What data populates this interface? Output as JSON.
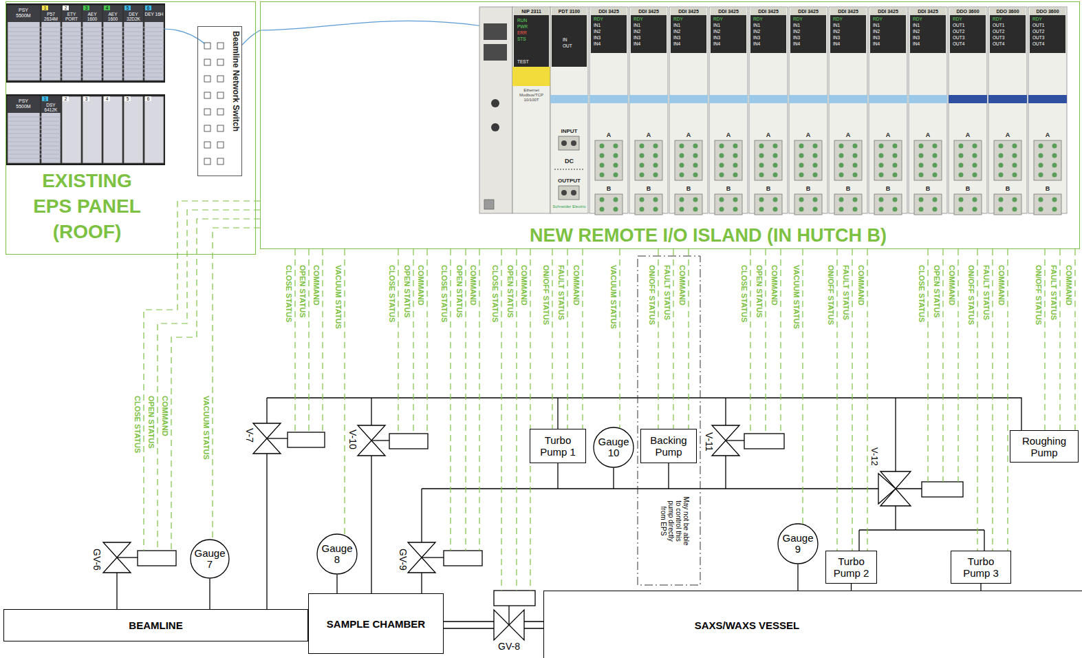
{
  "diagram": {
    "nodes": [
      {
        "text": [
          "EXISTING EPS PANEL (ROOF)"
        ]
      },
      {
        "text": [
          "Beamline Network Switch"
        ],
        "in": 0
      },
      {
        "text": [
          "NEW REMOTE I/O ISLAND (IN HUTCH B)"
        ]
      },
      {
        "text": [
          "Turbo Pump 1"
        ]
      },
      {
        "text": [
          "Gauge 10"
        ]
      },
      {
        "text": [
          "Backing Pump"
        ]
      },
      {
        "text": [
          "Roughing Pump"
        ]
      },
      {
        "text": [
          "Gauge 7"
        ]
      },
      {
        "text": [
          "Gauge 8"
        ]
      },
      {
        "text": [
          "Gauge 9"
        ]
      },
      {
        "text": [
          "Turbo Pump 2"
        ]
      },
      {
        "text": [
          "Turbo Pump 3"
        ]
      },
      {
        "text": [
          "BEAMLINE"
        ]
      },
      {
        "text": [
          "SAMPLE CHAMBER"
        ]
      },
      {
        "text": [
          "SAXS/WAXS VESSEL"
        ]
      }
    ],
    "edges": [
      {
        "from": 1,
        "to": 2,
        "arrow": "none"
      },
      {
        "from": 7,
        "to": 12,
        "arrow": "none"
      },
      {
        "from": 8,
        "to": 13,
        "arrow": "none"
      },
      {
        "from": 9,
        "to": 14,
        "arrow": "none"
      },
      {
        "from": 10,
        "to": 14,
        "arrow": "none"
      },
      {
        "from": 11,
        "to": 14,
        "arrow": "none"
      }
    ],
    "labels": [
      "PSY 5500M",
      "1",
      "P57 2634M",
      "2",
      "ETY PORT",
      "3",
      "AEY 1600",
      "4",
      "AEY 1600",
      "5",
      "DEY 32D2K",
      "6",
      "DEY 16H",
      "PSY 5500M",
      "1",
      "DSY 6412K",
      "2",
      "3",
      "4",
      "5",
      "6",
      "NIP 2311",
      "RUN",
      "PWR",
      "ERR",
      "STS",
      "TEST",
      "Ethernet Modbus/TCP 10/100T",
      "PDT 3100",
      "IN",
      "OUT",
      "INPUT",
      "DC",
      "OUTPUT",
      "Schneider Electric",
      "DDI 3425",
      "RDY",
      "IN1",
      "IN2",
      "IN3",
      "IN4",
      "A",
      "B",
      "DDI 3425",
      "RDY",
      "IN1",
      "IN2",
      "IN3",
      "IN4",
      "A",
      "B",
      "DDI 3425",
      "RDY",
      "IN1",
      "IN2",
      "IN3",
      "IN4",
      "A",
      "B",
      "DDI 3425",
      "RDY",
      "IN1",
      "IN2",
      "IN3",
      "IN4",
      "A",
      "B",
      "DDI 3425",
      "RDY",
      "IN1",
      "IN2",
      "IN3",
      "IN4",
      "A",
      "B",
      "DDI 3425",
      "RDY",
      "IN1",
      "IN2",
      "IN3",
      "IN4",
      "A",
      "B",
      "DDI 3425",
      "RDY",
      "IN1",
      "IN2",
      "IN3",
      "IN4",
      "A",
      "B",
      "DDI 3425",
      "RDY",
      "IN1",
      "IN2",
      "IN3",
      "IN4",
      "A",
      "B",
      "DDI 3425",
      "RDY",
      "IN1",
      "IN2",
      "IN3",
      "IN4",
      "A",
      "B",
      "DDO 3600",
      "RDY",
      "OUT1",
      "OUT2",
      "OUT3",
      "OUT4",
      "A",
      "B",
      "DDO 3600",
      "RDY",
      "OUT1",
      "OUT2",
      "OUT3",
      "OUT4",
      "A",
      "B",
      "DDO 3600",
      "RDY",
      "OUT1",
      "OUT2",
      "OUT3",
      "OUT4",
      "A",
      "B",
      "CLOSE STATUS",
      "OPEN STATUS",
      "COMMAND",
      "VACUUM STATUS",
      "CLOSE STATUS",
      "OPEN STATUS",
      "COMMAND",
      "CLOSE STATUS",
      "OPEN STATUS",
      "COMMAND",
      "CLOSE STATUS",
      "OPEN STATUS",
      "COMMAND",
      "ON/OFF STATUS",
      "FAULT STATUS",
      "COMMAND",
      "VACUUM STATUS",
      "ON/OFF STATUS",
      "FAULT STATUS",
      "COMMAND",
      "CLOSE STATUS",
      "OPEN STATUS",
      "COMMAND",
      "VACUUM STATUS",
      "ON/OFF STATUS",
      "FAULT STATUS",
      "COMMAND",
      "CLOSE STATUS",
      "OPEN STATUS",
      "COMMAND",
      "ON/OFF STATUS",
      "FAULT STATUS",
      "COMMAND",
      "ON/OFF STATUS",
      "FAULT STATUS",
      "COMMAND",
      "CLOSE STATUS",
      "OPEN STATUS",
      "COMMAND",
      "VACUUM STATUS",
      "GV-6",
      "V-7",
      "V-10",
      "GV-9",
      "GV-8",
      "V-11",
      "V-12",
      "May not be able to control this pump directly from EPS"
    ]
  }
}
